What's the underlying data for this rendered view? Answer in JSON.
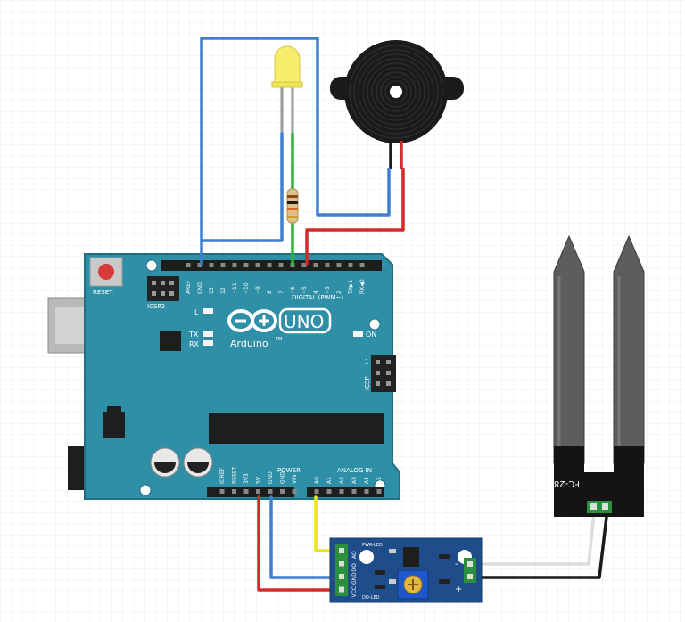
{
  "colors": {
    "board": "#2e8fa6",
    "board_edge": "#1f6f82",
    "wire_blue": "#3f7fd0",
    "wire_red": "#d42a2a",
    "wire_green": "#2fb23a",
    "wire_yellow": "#f2e21a",
    "wire_black": "#1a1a1a",
    "wire_white": "#e8e8e8",
    "probe": "#5d5d5d",
    "led": "#f6ee6a",
    "pot": "#1f57c8",
    "module": "#1f4d8a"
  },
  "board": {
    "reset_label": "RESET",
    "icsp2_label": "ICSP2",
    "icsp_label": "ICSP",
    "logo_uno": "UNO",
    "logo_brand": "Arduino",
    "logo_tm": "TM",
    "on_label": "ON",
    "led_l": "L",
    "led_tx": "TX",
    "led_rx": "RX",
    "digital_label": "DIGITAL (PWM~)",
    "power_label": "POWER",
    "analog_label": "ANALOG IN",
    "icsp_pin1": "1",
    "top_pins": [
      "AREF",
      "GND",
      "13",
      "12",
      "~11",
      "~10",
      "~9",
      "8",
      "7",
      "~6",
      "~5",
      "4",
      "~3",
      "2",
      "TX▶1",
      "RX◀0"
    ],
    "power_pins": [
      "IOREF",
      "RESET",
      "3V3",
      "5V",
      "GND",
      "GND",
      "VIN"
    ],
    "analog_pins": [
      "A0",
      "A1",
      "A2",
      "A3",
      "A4",
      "A5"
    ]
  },
  "module": {
    "pins_left": [
      "AO",
      "DO",
      "GND",
      "VCC"
    ],
    "led_labels": [
      "PWR-LED",
      "DO-LED"
    ],
    "pins_right": [
      "-",
      "+"
    ]
  },
  "probe": {
    "label": "FC-28"
  }
}
